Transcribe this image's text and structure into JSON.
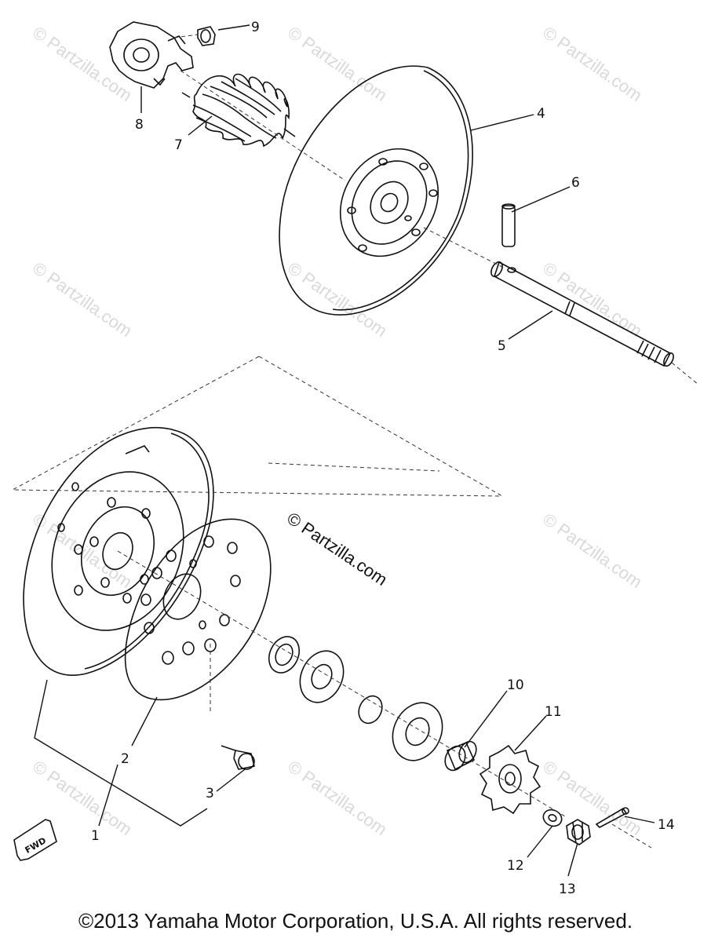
{
  "callouts": {
    "c1": "1",
    "c2": "2",
    "c3": "3",
    "c4": "4",
    "c5": "5",
    "c6": "6",
    "c7": "7",
    "c8": "8",
    "c9": "9",
    "c10": "10",
    "c11": "11",
    "c12": "12",
    "c13": "13",
    "c14": "14"
  },
  "fwd_label": "FWD",
  "watermark": {
    "main": "© Partzilla.com",
    "faint": "© Partzilla.com"
  },
  "copyright": "©2013  Yamaha Motor Corporation, U.S.A. All rights reserved."
}
